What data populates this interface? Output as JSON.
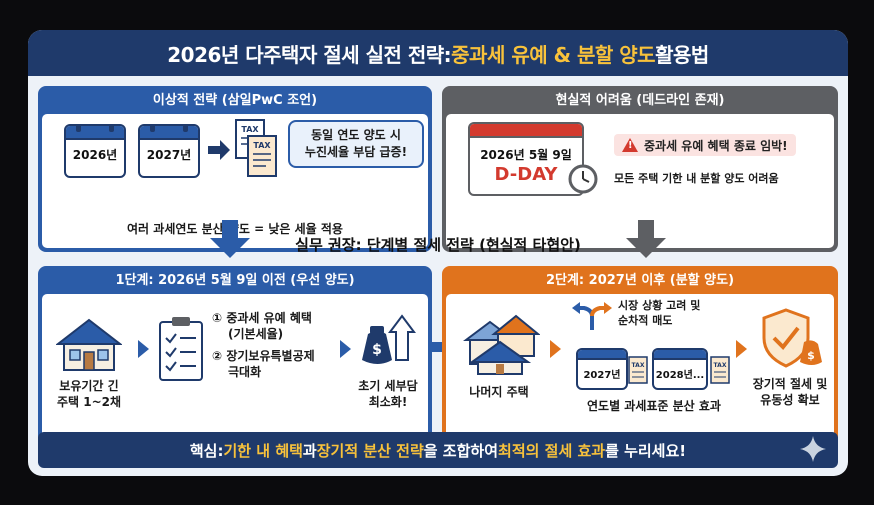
{
  "title": {
    "prefix": "2026년 다주택자 절세 실전 전략: ",
    "highlight": "중과세 유예 & 분할 양도",
    "suffix": " 활용법"
  },
  "ideal": {
    "header": "이상적 전략 (삼일PwC 조언)",
    "cal1": "2026년",
    "cal2": "2027년",
    "tax_doc_1": "TAX",
    "tax_doc_2": "TAX",
    "bubble_line1": "동일 연도 양도 시",
    "bubble_line2": "누진세율 부담 급증!",
    "caption": "여러 과세연도 분산 양도 = 낮은 세율 적용"
  },
  "real": {
    "header": "현실적 어려움 (데드라인 존재)",
    "cal_date": "2026년 5월 9일",
    "cal_dday": "D-DAY",
    "warn": "중과세 유예 혜택 종료 임박!",
    "note": "모든 주택 기한 내 분할 양도 어려움"
  },
  "middle": {
    "title": "실무 권장: 단계별 절세 전략 (현실적 타협안)"
  },
  "step1": {
    "header": "1단계: 2026년 5월 9일 이전 (우선 양도)",
    "house_label_1": "보유기간 긴",
    "house_label_2": "주택 1~2채",
    "item1_1": "① 중과세 유예 혜택",
    "item1_2": "(기본세율)",
    "item2_1": "② 장기보유특별공제",
    "item2_2": "극대화",
    "result_1": "초기 세부담",
    "result_2": "최소화!"
  },
  "step2": {
    "header": "2단계: 2027년 이후 (분할 양도)",
    "houses_label": "나머지 주택",
    "market_1": "시장 상황 고려 및",
    "market_2": "순차적 매도",
    "cal_a": "2027년",
    "cal_b": "2028년...",
    "tax_doc_3": "TAX",
    "tax_doc_4": "TAX",
    "caption": "연도별 과세표준 분산 효과",
    "result_1": "장기적 절세 및",
    "result_2": "유동성 확보"
  },
  "bottom": {
    "p1": "핵심: ",
    "h1": "기한 내 혜택",
    "p2": "과 ",
    "h2": "장기적 분산 전략",
    "p3": "을 조합하여 ",
    "h3": "최적의 절세 효과",
    "p4": "를 누리세요!"
  },
  "colors": {
    "navy": "#1f3a6b",
    "blue": "#2b5ca8",
    "gray": "#5d5f63",
    "orange": "#e0731d",
    "yellow": "#f8c23b",
    "red": "#d33a2e"
  }
}
